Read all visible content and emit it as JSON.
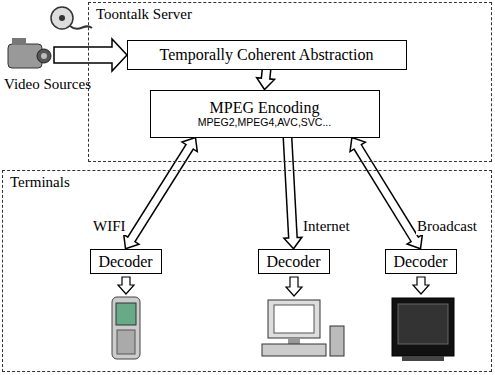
{
  "diagram": {
    "nodes": [
      {
        "text": [
          "Toontalk Server"
        ]
      },
      {
        "text": [
          "Temporally Coherent Abstraction"
        ],
        "in": 0
      },
      {
        "text": [
          "MPEG Encoding",
          "MPEG2,MPEG4,AVC,SVC..."
        ],
        "in": 0
      },
      {
        "text": [
          "Terminals"
        ]
      },
      {
        "text": [
          "Decoder"
        ],
        "in": 3
      },
      {
        "text": [
          "Decoder"
        ],
        "in": 3
      },
      {
        "text": [
          "Decoder"
        ],
        "in": 3
      }
    ],
    "edges": [
      {
        "from": 1,
        "to": 2,
        "arrow": "to"
      },
      {
        "from": 2,
        "to": 4,
        "label": "WIFI",
        "arrow": "both"
      },
      {
        "from": 2,
        "to": 5,
        "label": "Internet",
        "arrow": "to"
      },
      {
        "from": 2,
        "to": 6,
        "label": "Broadcast",
        "arrow": "both"
      }
    ],
    "labels": [
      "Video Sources"
    ]
  }
}
